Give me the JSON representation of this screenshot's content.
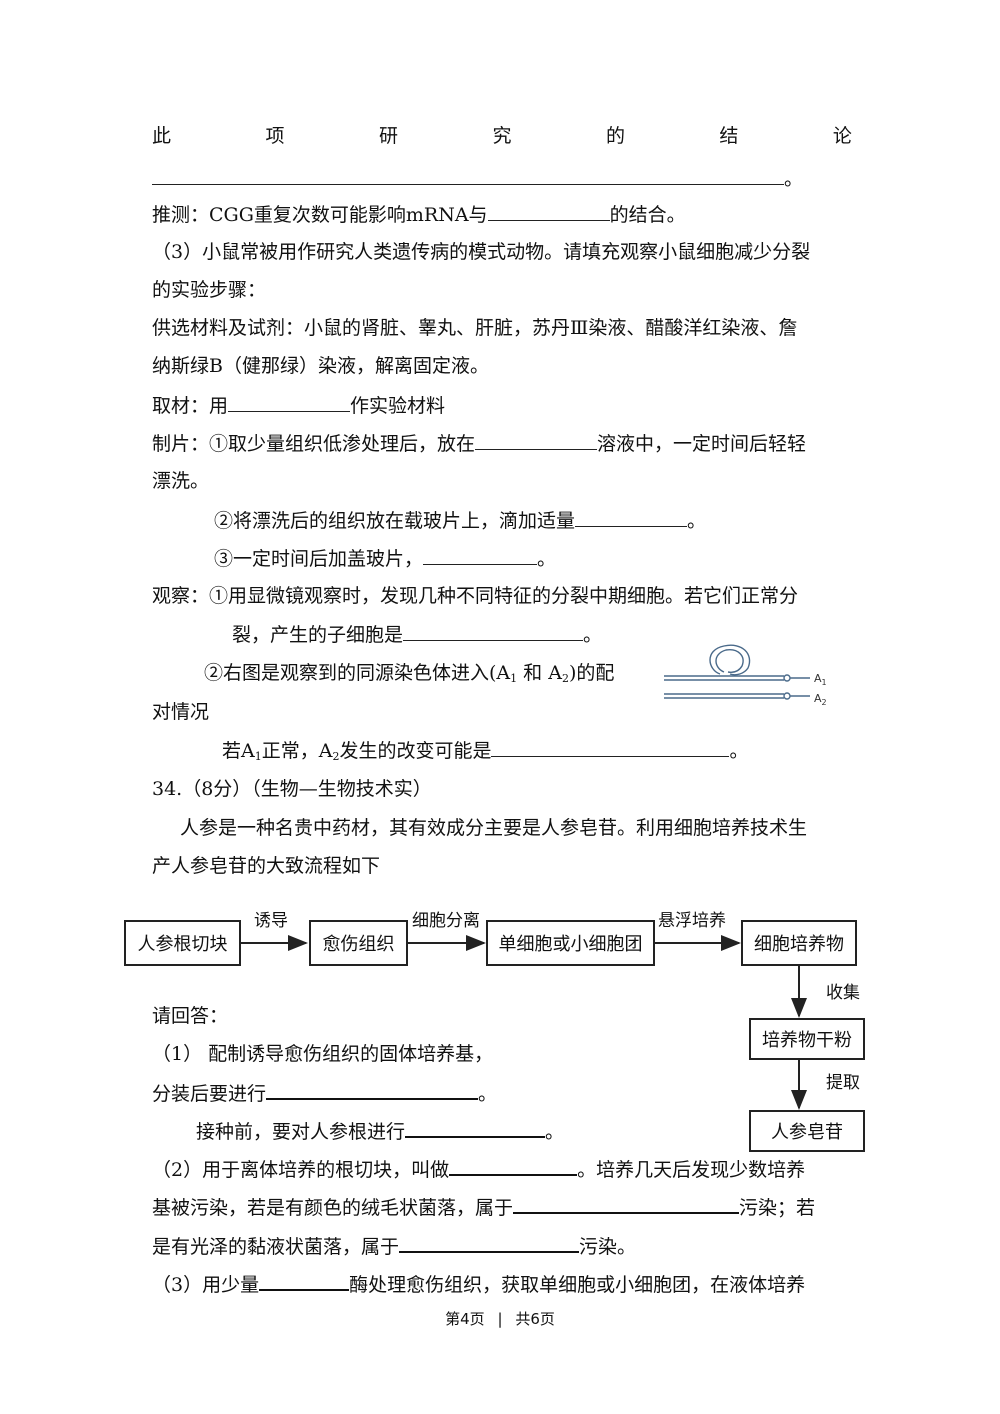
{
  "q33": {
    "conclusion_spread": [
      "此",
      "项",
      "研",
      "究",
      "的",
      "结",
      "论"
    ],
    "conclusion_end": "。",
    "infer_pre": "推测：CGG重复次数可能影响mRNA与",
    "infer_post": "的结合。",
    "p3_line1": "（3）小鼠常被用作研究人类遗传病的模式动物。请填充观察小鼠细胞减少分裂",
    "p3_line2": "的实验步骤：",
    "materials_line1": "供选材料及试剂：小鼠的肾脏、睾丸、肝脏，苏丹Ⅲ染液、醋酸洋红染液、詹",
    "materials_line2": "纳斯绿B（健那绿）染液，解离固定液。",
    "take_pre": "取材：用",
    "take_post": "作实验材料",
    "prep1_pre": "制片：①取少量组织低渗处理后，放在",
    "prep1_post": "溶液中，一定时间后轻轻",
    "prep1_line2": "漂洗。",
    "prep2_pre": "②将漂洗后的组织放在载玻片上，滴加适量",
    "prep2_post": "。",
    "prep3_pre": "③一定时间后加盖玻片，",
    "prep3_post": "。",
    "obs1_line1": "观察：①用显微镜观察时，发现几种不同特征的分裂中期细胞。若它们正常分",
    "obs1_pre": "裂，产生的子细胞是",
    "obs1_post": "。",
    "obs2_line1_a": "②右图是观察到的同源染色体进入(A",
    "obs2_sub1": "1",
    "obs2_line1_b": " 和 A",
    "obs2_sub2": "2",
    "obs2_line1_c": ")的配",
    "obs2_line2": "对情况",
    "obs2_q_a": "若A",
    "obs2_q_sub1": "1",
    "obs2_q_b": "正常，A",
    "obs2_q_sub2": "2",
    "obs2_q_c": "发生的改变可能是",
    "obs2_q_end": "。",
    "fig_label_a1": "A",
    "fig_label_a1_sub": "1",
    "fig_label_a2": "A",
    "fig_label_a2_sub": "2"
  },
  "q34": {
    "heading": "34.（8分）（生物—生物技术实）",
    "intro_line1": "人参是一种名贵中药材，其有效成分主要是人参皂苷。利用细胞培养技术生",
    "intro_line2": "产人参皂苷的大致流程如下",
    "flow": {
      "box1": "人参根切块",
      "arrow1": "诱导",
      "box2": "愈伤组织",
      "arrow2": "细胞分离",
      "box3": "单细胞或小细胞团",
      "arrow3": "悬浮培养",
      "box4": "细胞培养物",
      "arrow4": "收集",
      "box5": "培养物干粉",
      "arrow5": "提取",
      "box6": "人参皂苷"
    },
    "answer_prompt": "请回答：",
    "q1_line1": "（1） 配制诱导愈伤组织的固体培养基，",
    "q1_line2_pre": "分装后要进行",
    "q1_line2_post": "。",
    "q1_line3_pre": "接种前，要对人参根进行",
    "q1_line3_post": "。",
    "q2_line1_pre": "（2）用于离体培养的根切块，叫做",
    "q2_line1_post": "。培养几天后发现少数培养",
    "q2_line2_pre": "基被污染，若是有颜色的绒毛状菌落，属于",
    "q2_line2_post": "污染；若",
    "q2_line3_pre": "是有光泽的黏液状菌落，属于",
    "q2_line3_post": "污染。",
    "q3_line1_pre": "（3）用少量",
    "q3_line1_post": "酶处理愈伤组织，获取单细胞或小细胞团，在液体培养"
  },
  "footer": {
    "page": "第4页",
    "sep": "|",
    "total": "共6页"
  }
}
